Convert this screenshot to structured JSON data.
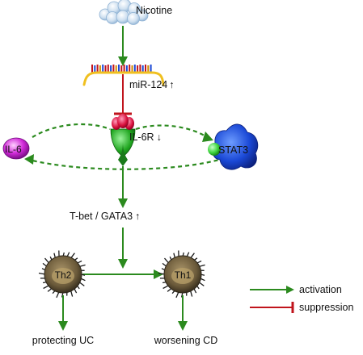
{
  "nodes": {
    "nicotine": "Nicotine",
    "mirna": "miR-124",
    "receptor": "IL-6R",
    "il6": "IL-6",
    "stat3": "STAT3",
    "transcription": "T-bet / GATA3",
    "th2": "Th2",
    "th1": "Th1",
    "outcome_left": "protecting UC",
    "outcome_right": "worsening CD"
  },
  "arrows": {
    "up": "↑",
    "down": "↓"
  },
  "legend": {
    "activation": "activation",
    "suppression": "suppression"
  },
  "colors": {
    "activation": "#2b8a1e",
    "suppression": "#c0141c",
    "receptor_green": "#1fa51f",
    "receptor_red": "#d8103c",
    "il6_magenta": "#d02ad8",
    "stat3_blue": "#1a48d6",
    "stat3_green": "#3fd53f",
    "cell_brown": "#6b5a3a",
    "cloud": "#9fc0dc",
    "rna_backbone": "#f0c020"
  }
}
